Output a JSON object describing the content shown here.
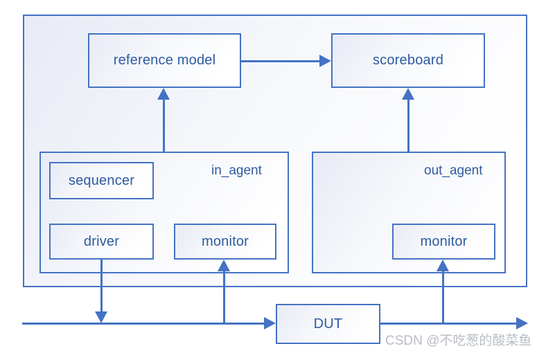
{
  "diagram_title": "uvm-testbench-block-diagram",
  "nodes": {
    "reference_model": {
      "label": "reference model"
    },
    "scoreboard": {
      "label": "scoreboard"
    },
    "in_agent": {
      "label": "in_agent"
    },
    "out_agent": {
      "label": "out_agent"
    },
    "sequencer": {
      "label": "sequencer"
    },
    "driver": {
      "label": "driver"
    },
    "monitor_in": {
      "label": "monitor"
    },
    "monitor_out": {
      "label": "monitor"
    },
    "dut": {
      "label": "DUT"
    }
  },
  "connections": [
    {
      "from": "reference_model",
      "to": "scoreboard",
      "direction": "right"
    },
    {
      "from": "in_agent",
      "to": "reference_model",
      "direction": "up"
    },
    {
      "from": "out_agent",
      "to": "scoreboard",
      "direction": "up"
    },
    {
      "from": "driver",
      "to": "stimulus-bus",
      "direction": "down"
    },
    {
      "from": "stimulus-bus",
      "to": "monitor_in",
      "direction": "up"
    },
    {
      "from": "stimulus-bus",
      "to": "dut",
      "direction": "right"
    },
    {
      "from": "dut",
      "to": "monitor_out",
      "direction": "up"
    },
    {
      "from": "dut",
      "to": "output",
      "direction": "right"
    }
  ],
  "watermark": "CSDN @不吃葱的酸菜鱼",
  "colors": {
    "line": "#4472C4",
    "text": "#2E5B9F",
    "watermark": "#B9BDC3",
    "fill_start": "#E8EBF5",
    "fill_end": "#FFFFFF"
  }
}
